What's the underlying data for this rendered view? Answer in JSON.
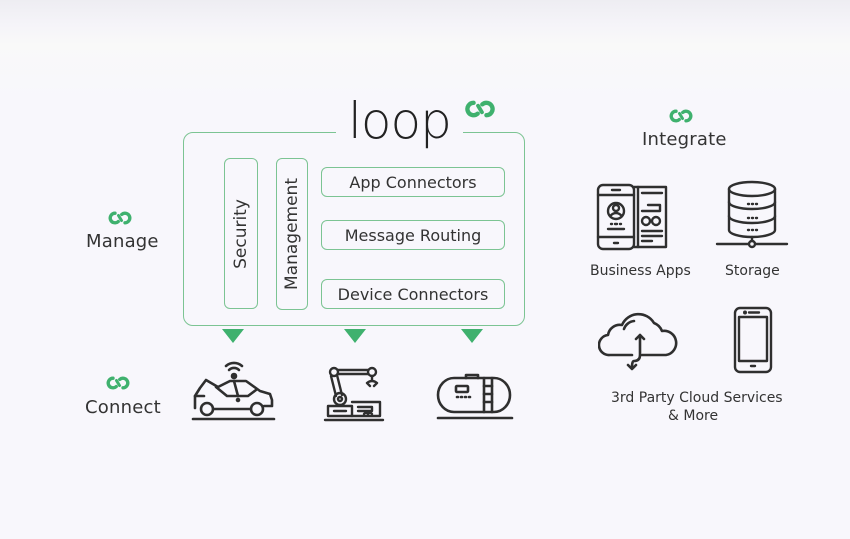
{
  "colors": {
    "accent": "#3fb16e",
    "box_border": "#7cc493",
    "text": "#333333",
    "icon_stroke": "#2f2f2f",
    "background": "#f8f7fc"
  },
  "logo": {
    "text": "loop",
    "mark_icon": "loop-infinity-icon"
  },
  "left_labels": {
    "manage": {
      "label": "Manage",
      "icon": "loop-infinity-icon"
    },
    "connect": {
      "label": "Connect",
      "icon": "loop-infinity-icon"
    }
  },
  "platform": {
    "vertical_modules": [
      {
        "label": "Security"
      },
      {
        "label": "Management"
      }
    ],
    "horizontal_modules": [
      {
        "label": "App Connectors"
      },
      {
        "label": "Message Routing"
      },
      {
        "label": "Device Connectors"
      }
    ],
    "down_arrows": 3
  },
  "devices": [
    {
      "icon": "connected-car-icon"
    },
    {
      "icon": "industrial-robot-arm-icon"
    },
    {
      "icon": "storage-tank-icon"
    }
  ],
  "integrate": {
    "title": "Integrate",
    "icon": "loop-infinity-icon",
    "items": [
      {
        "icon": "business-apps-icon",
        "label": "Business Apps"
      },
      {
        "icon": "database-storage-icon",
        "label": "Storage"
      },
      {
        "icon": "cloud-sync-icon",
        "label": ""
      },
      {
        "icon": "smartphone-icon",
        "label": ""
      }
    ],
    "footer_line1": "3rd Party Cloud Services",
    "footer_line2": "& More"
  }
}
